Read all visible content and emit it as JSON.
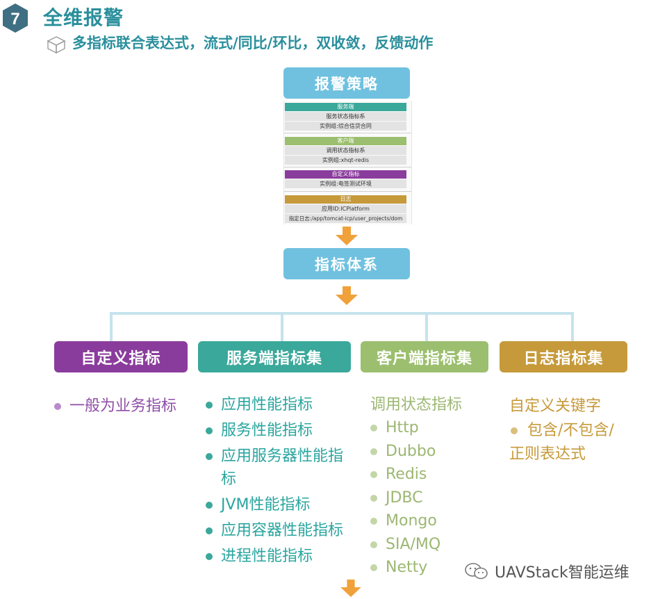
{
  "header": {
    "badge_number": "7",
    "title": "全维报警",
    "subtitle": "多指标联合表达式，流式/同比/环比，双收敛，反馈动作"
  },
  "top_box": {
    "label": "报警策略"
  },
  "policy_panel": {
    "groups": [
      {
        "title": "服务端",
        "color": "#3aa89a",
        "rows": [
          "服务状态指标系",
          "实例组:综合信贷合同"
        ]
      },
      {
        "title": "客户端",
        "color": "#9bbf6e",
        "rows": [
          "调用状态指标系",
          "实例组:xhqt-redis"
        ]
      },
      {
        "title": "自定义指标",
        "color": "#8a3c9c",
        "rows": [
          "实例组:电签测试环境"
        ]
      },
      {
        "title": "日志",
        "color": "#c69a3b",
        "rows": [
          "应用ID:ICPlatform",
          "指定日志:/app/tomcat-icp/user_projects/dom"
        ]
      }
    ]
  },
  "middle_box": {
    "label": "指标体系"
  },
  "categories": [
    {
      "label": "自定义指标",
      "color": "#8a3c9c"
    },
    {
      "label": "服务端指标集",
      "color": "#3aa89a"
    },
    {
      "label": "客户端指标集",
      "color": "#9bbf6e"
    },
    {
      "label": "日志指标集",
      "color": "#c69a3b"
    }
  ],
  "custom_list": [
    "一般为业务指标"
  ],
  "server_list": [
    "应用性能指标",
    "服务性能指标",
    "应用服务器性能指标",
    "JVM性能指标",
    "应用容器性能指标",
    "进程性能指标"
  ],
  "client": {
    "heading": "调用状态指标",
    "items": [
      "Http",
      "Dubbo",
      "Redis",
      "JDBC",
      "Mongo",
      "SIA/MQ",
      "Netty"
    ]
  },
  "log": {
    "heading": "自定义关键字",
    "item": "包含/不包含/正则表达式"
  },
  "watermark": {
    "text": "UAVStack智能运维"
  },
  "colors": {
    "accent_blue": "#6fc1df",
    "arrow_orange": "#f0a13a",
    "title_teal": "#2a8f9c"
  }
}
